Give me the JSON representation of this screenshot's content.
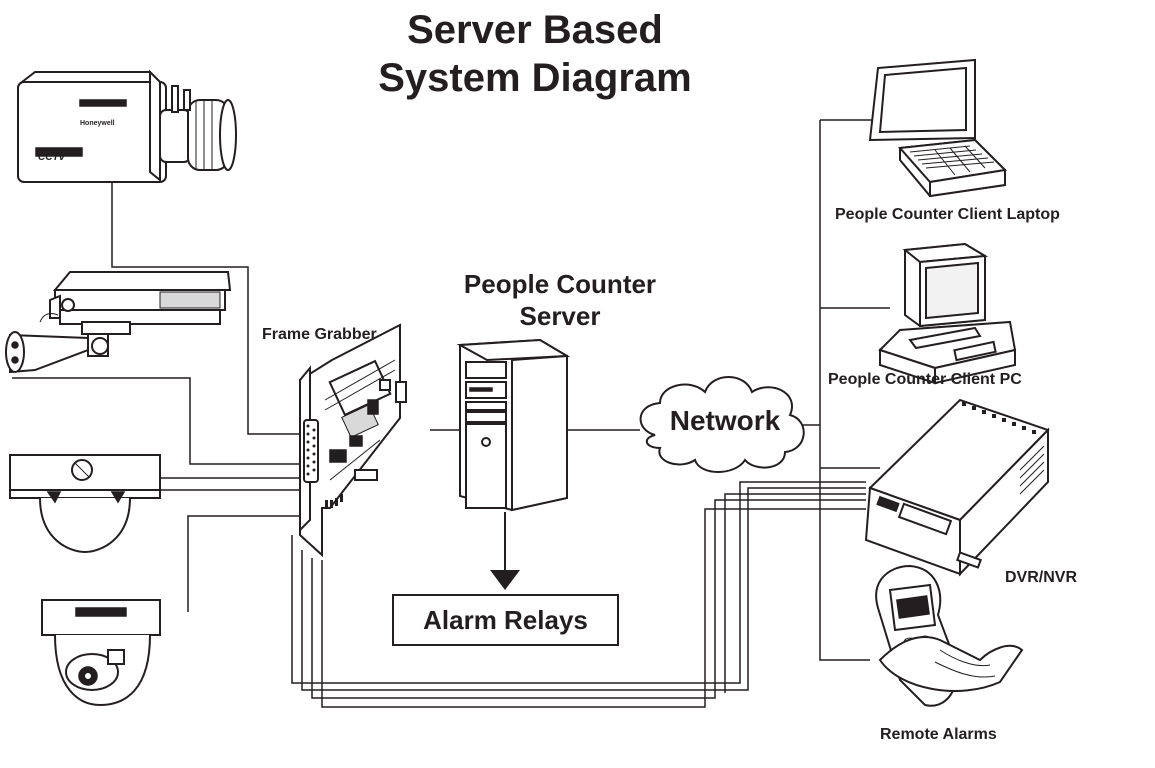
{
  "diagram": {
    "title_line1": "Server Based",
    "title_line2": "System Diagram",
    "server_line1": "People Counter",
    "server_line2": "Server",
    "frame_grabber": "Frame Grabber",
    "network": "Network",
    "alarm_relays": "Alarm Relays",
    "client_laptop": "People Counter Client Laptop",
    "client_pc": "People Counter Client PC",
    "dvr_nvr": "DVR/NVR",
    "remote_alarms": "Remote Alarms",
    "camera_brand": "Honeywell",
    "camera_model": "CCTV"
  },
  "colors": {
    "ink": "#231f20",
    "background": "#ffffff"
  }
}
